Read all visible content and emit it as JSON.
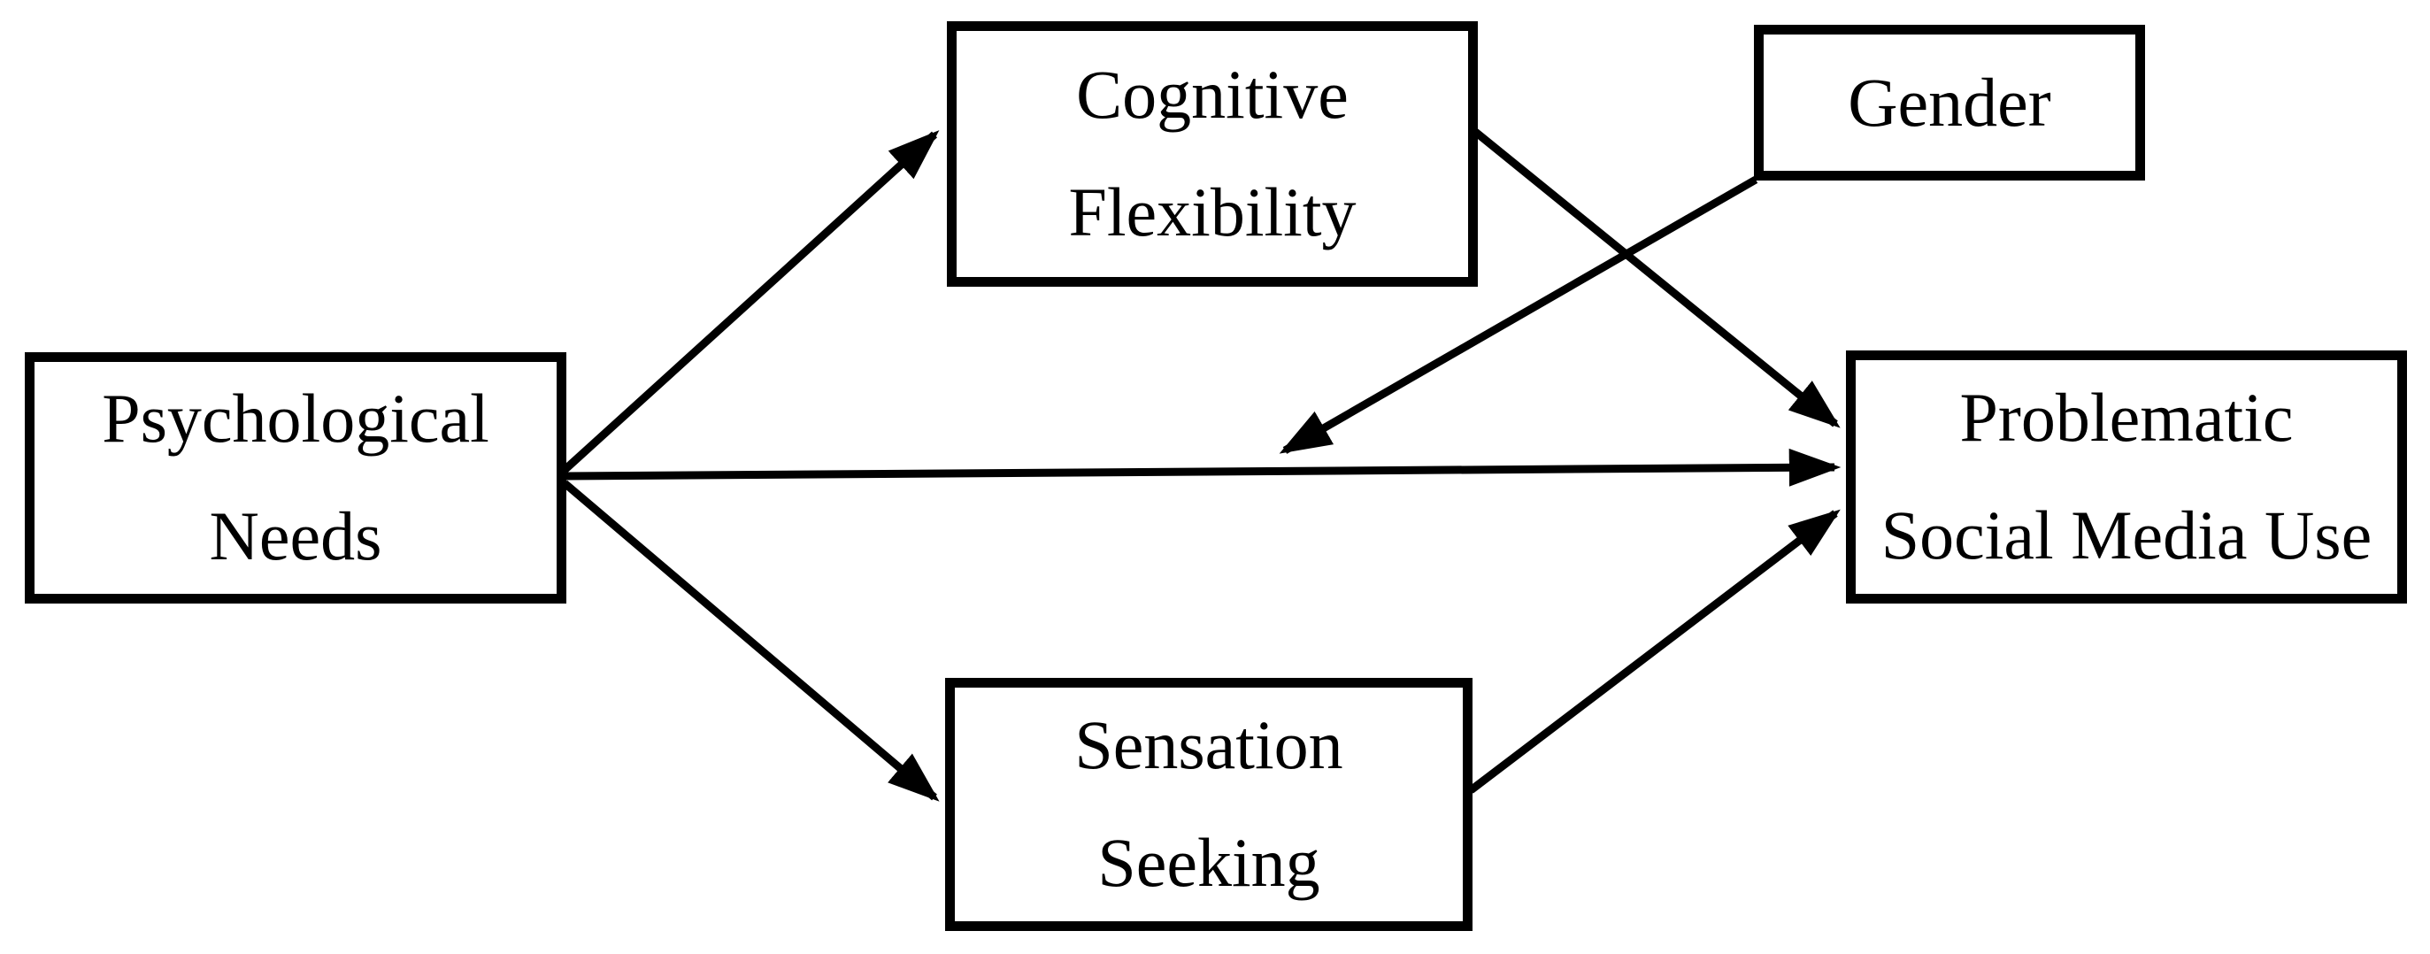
{
  "diagram": {
    "type": "path-model",
    "background_color": "#ffffff",
    "line_color": "#000000",
    "box_border_color": "#000000",
    "text_color": "#000000",
    "nodes": {
      "psychological_needs": {
        "line1": "Psychological",
        "line2": "Needs"
      },
      "cognitive_flexibility": {
        "line1": "Cognitive",
        "line2": "Flexibility"
      },
      "gender": {
        "line1": "Gender"
      },
      "sensation_seeking": {
        "line1": "Sensation",
        "line2": "Seeking"
      },
      "problematic_social_media_use": {
        "line1": "Problematic",
        "line2": "Social Media Use"
      }
    },
    "edges": [
      {
        "from": "Psychological Needs",
        "to": "Cognitive Flexibility",
        "style": "arrow"
      },
      {
        "from": "Psychological Needs",
        "to": "Problematic Social Media Use",
        "style": "arrow"
      },
      {
        "from": "Psychological Needs",
        "to": "Sensation Seeking",
        "style": "arrow"
      },
      {
        "from": "Cognitive Flexibility",
        "to": "Problematic Social Media Use",
        "style": "arrow"
      },
      {
        "from": "Sensation Seeking",
        "to": "Problematic Social Media Use",
        "style": "arrow"
      },
      {
        "from": "Gender",
        "to": "path Psychological Needs -> Problematic Social Media Use",
        "style": "moderation-arrow"
      }
    ]
  }
}
